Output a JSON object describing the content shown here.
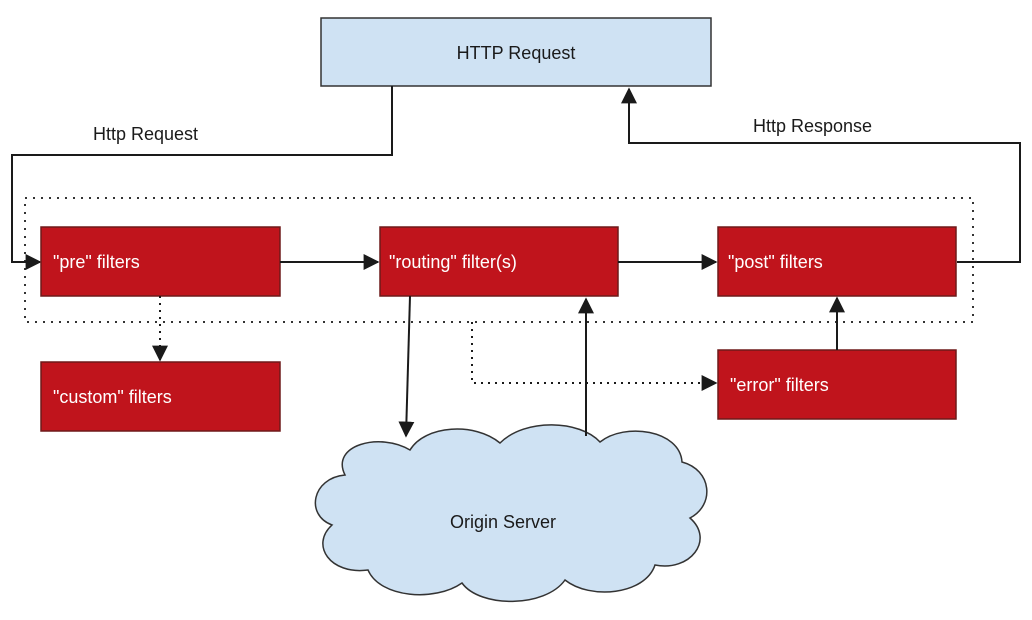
{
  "nodes": {
    "http_request": "HTTP Request",
    "pre_filters": "\"pre\" filters",
    "routing_filters": "\"routing\" filter(s)",
    "post_filters": "\"post\" filters",
    "custom_filters": "\"custom\" filters",
    "error_filters": "\"error\" filters",
    "origin_server": "Origin Server"
  },
  "edge_labels": {
    "http_request": "Http Request",
    "http_response": "Http Response"
  },
  "colors": {
    "filter_fill": "#c0141c",
    "filter_border": "#6e1a1a",
    "request_fill": "#cfe2f3",
    "cloud_fill": "#cfe2f3",
    "line": "#1a1a1a"
  }
}
